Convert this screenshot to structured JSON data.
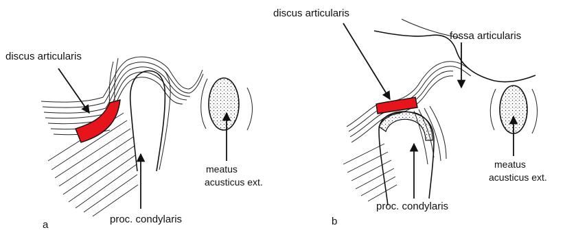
{
  "colors": {
    "disc": "#e8141b",
    "ink": "#111111",
    "background": "#ffffff"
  },
  "panel_a": {
    "letter": "a",
    "disc_label": "discus articularis",
    "condyle_label": "proc. condylaris",
    "meatus_label_line1": "meatus",
    "meatus_label_line2": "acusticus ext."
  },
  "panel_b": {
    "letter": "b",
    "disc_label": "discus articularis",
    "fossa_label": "fossa articularis",
    "condyle_label": "proc. condylaris",
    "meatus_label_line1": "meatus",
    "meatus_label_line2": "acusticus ext."
  }
}
